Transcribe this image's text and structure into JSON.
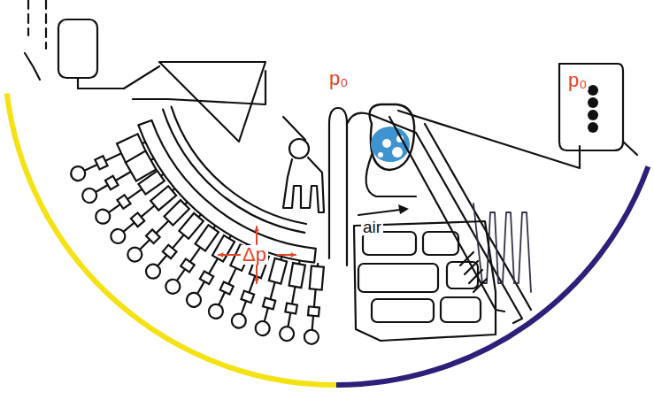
{
  "diagram": {
    "labels": [
      "p₀",
      "Δp",
      "air",
      "p₀"
    ]
  }
}
